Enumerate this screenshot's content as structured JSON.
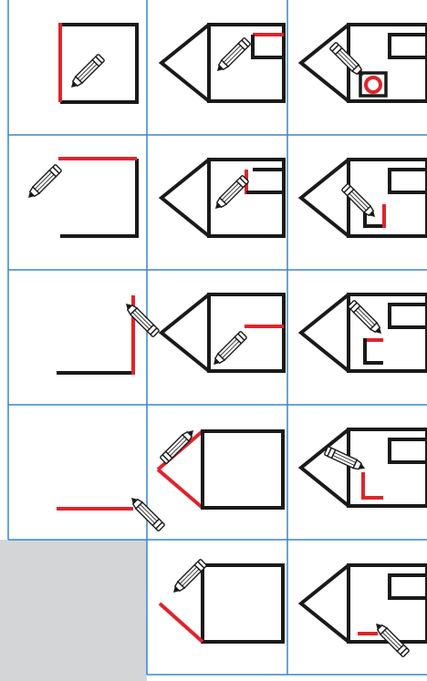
{
  "colors": {
    "grid_line": "#3a86c8",
    "background_gray": "#d4d5d7",
    "cell_bg": "#ffffff",
    "ink": "#1a1a1a",
    "highlight": "#e0242b"
  },
  "icons": {
    "pencil": "pencil-icon"
  },
  "layout_description": {
    "columns": 3,
    "rows": 5,
    "column_1_rows": 4,
    "bottom_left_cell": "empty-gray"
  }
}
